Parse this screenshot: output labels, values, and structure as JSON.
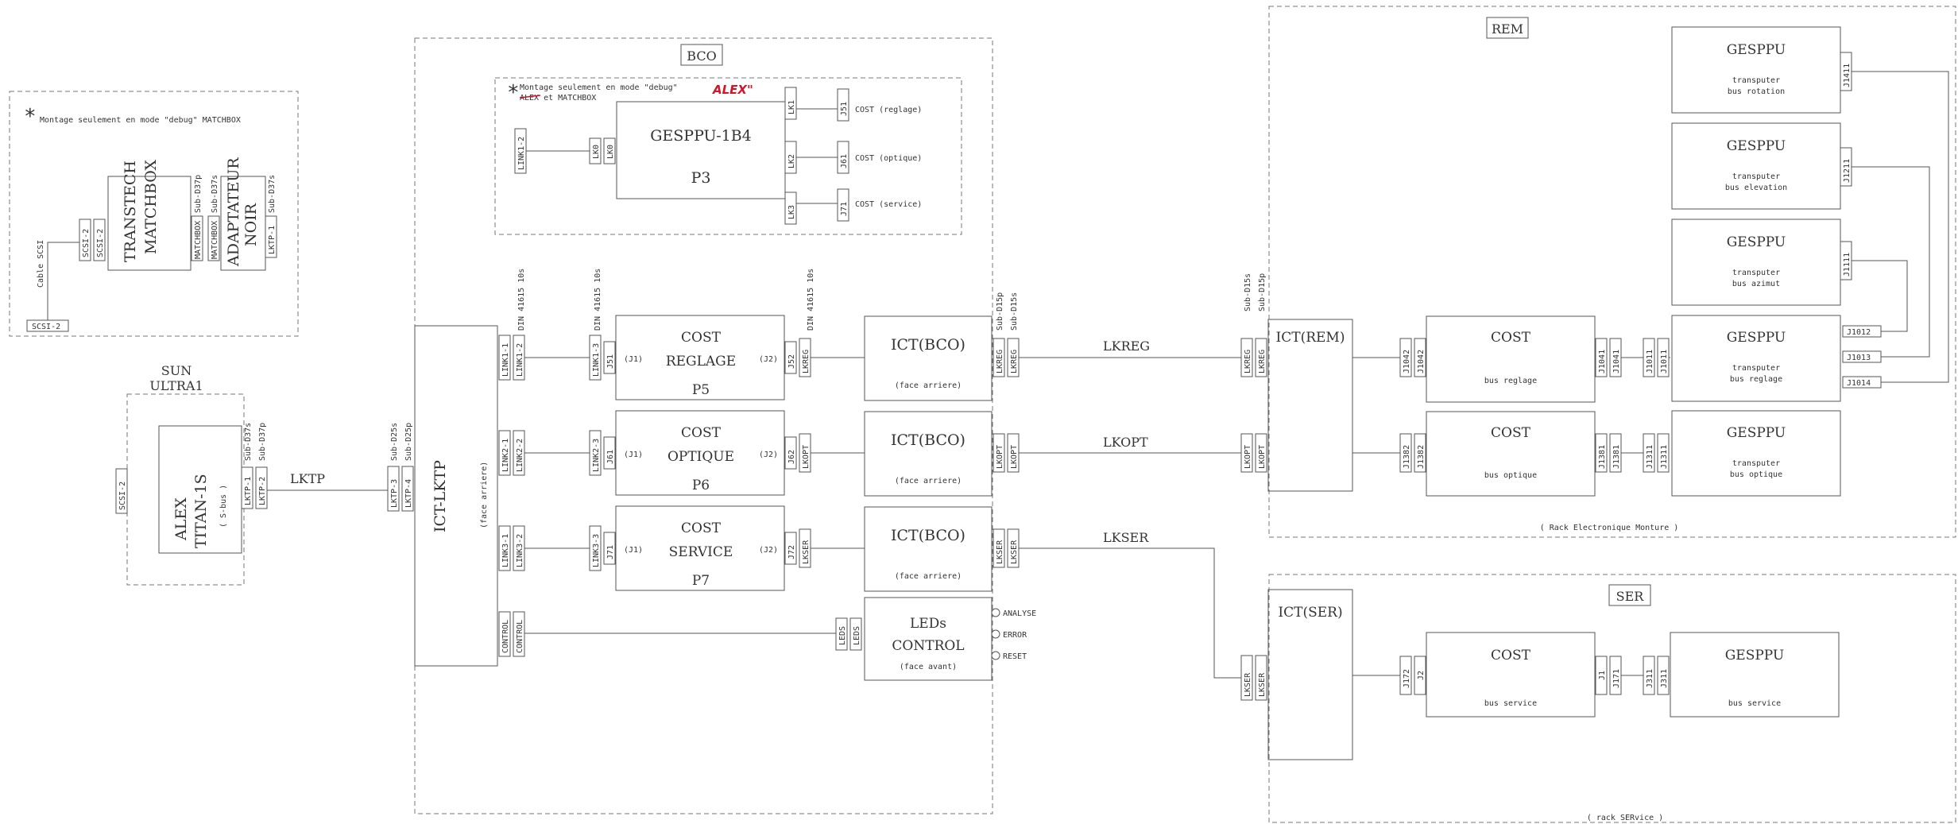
{
  "matchbox_group": {
    "note_star": "*",
    "note": "Montage seulement en mode \"debug\" MATCHBOX",
    "cable_label": "Cable SCSI",
    "scsi_bottom": "SCSI-2",
    "scsi_a": "SCSI-2",
    "scsi_b": "SCSI-2",
    "transtech": [
      "TRANSTECH",
      "MATCHBOX"
    ],
    "matchbox_a": "MATCHBOX",
    "matchbox_b": "MATCHBOX",
    "subd37p": "Sub-D37p",
    "subd37s": "Sub-D37s",
    "adaptateur": [
      "ADAPTATEUR",
      "NOIR"
    ],
    "adapt_lktp": "LKTP-1",
    "adapt_subd37s": "Sub-D37s"
  },
  "sun": {
    "title": [
      "SUN",
      "ULTRA1"
    ],
    "alex": [
      "ALEX",
      "TITAN-1S"
    ],
    "sbus": "( S-bus )",
    "scsi": "SCSI-2",
    "lktp1": "LKTP-1",
    "lktp2": "LKTP-2",
    "subd37s": "Sub-D37s",
    "subd37p": "Sub-D37p",
    "lktp_link": "LKTP"
  },
  "bco": {
    "title": "BCO",
    "debug_star": "*",
    "debug_note_1": "Montage seulement en mode \"debug\"",
    "debug_note_red": "ALEX\"",
    "debug_note_2": "ALEX et MATCHBOX",
    "gesppu": "GESPPU-1B4",
    "gesppu_p": "P3",
    "link12": "LINK1-2",
    "lk0a": "LK0",
    "lk0b": "LK0",
    "lk1": "LK1",
    "lk2": "LK2",
    "lk3": "LK3",
    "j51": "J51",
    "j61": "J61",
    "j71": "J71",
    "cost_reglage": "COST (reglage)",
    "cost_optique": "COST (optique)",
    "cost_service": "COST (service)",
    "lktp3": "LKTP-3",
    "lktp4": "LKTP-4",
    "subd25s": "Sub-D25s",
    "subd25p": "Sub-D25p",
    "ict_lktp": "ICT-LKTP",
    "face_arriere": "(face arriere)",
    "din_a": "DIN 41615 10s",
    "din_b": "DIN 41615 10s",
    "din_c": "DIN 41615 10s",
    "rows": [
      {
        "la": "LINK1-1",
        "lb": "LINK1-2",
        "lc": "LINK1-3",
        "jl": "J51",
        "name": [
          "COST",
          "REGLAGE"
        ],
        "p": "P5",
        "j1": "(J1)",
        "j2": "(J2)",
        "jr": "J52",
        "lk": "LKREG",
        "ict": "ICT(BCO)",
        "face": "(face arriere)",
        "ra": "LKREG",
        "rb": "LKREG"
      },
      {
        "la": "LINK2-1",
        "lb": "LINK2-2",
        "lc": "LINK2-3",
        "jl": "J61",
        "name": [
          "COST",
          "OPTIQUE"
        ],
        "p": "P6",
        "j1": "(J1)",
        "j2": "(J2)",
        "jr": "J62",
        "lk": "LKOPT",
        "ict": "ICT(BCO)",
        "face": "(face arriere)",
        "ra": "LKOPT",
        "rb": "LKOPT"
      },
      {
        "la": "LINK3-1",
        "lb": "LINK3-2",
        "lc": "LINK3-3",
        "jl": "J71",
        "name": [
          "COST",
          "SERVICE"
        ],
        "p": "P7",
        "j1": "(J1)",
        "j2": "(J2)",
        "jr": "J72",
        "lk": "LKSER",
        "ict": "ICT(BCO)",
        "face": "(face arriere)",
        "ra": "LKSER",
        "rb": "LKSER"
      }
    ],
    "control_a": "CONTROL",
    "control_b": "CONTROL",
    "leds_a": "LEDS",
    "leds_b": "LEDS",
    "leds_box": [
      "LEDs",
      "CONTROL"
    ],
    "leds_face": "(face avant)",
    "leds_items": [
      "ANALYSE",
      "ERROR",
      "RESET"
    ],
    "subd15p": "Sub-D15p",
    "subd15s": "Sub-D15s"
  },
  "links": [
    "LKREG",
    "LKOPT",
    "LKSER"
  ],
  "rem": {
    "title": "REM",
    "subd15s": "Sub-D15s",
    "subd15p": "Sub-D15p",
    "ict": "ICT(REM)",
    "in": [
      [
        "LKREG",
        "LKREG"
      ],
      [
        "LKOPT",
        "LKOPT"
      ]
    ],
    "costs": [
      {
        "name": "COST",
        "sub": "bus reglage",
        "l1": "J1042",
        "l2": "J1042",
        "r1": "J1041",
        "r2": "J1041",
        "g1": "J1011",
        "g2": "J1011"
      },
      {
        "name": "COST",
        "sub": "bus optique",
        "l1": "J1382",
        "l2": "J1382",
        "r1": "J1381",
        "r2": "J1381",
        "g1": "J1311",
        "g2": "J1311"
      }
    ],
    "gesppu": [
      {
        "name": "GESPPU",
        "sub": [
          "transputer",
          "bus rotation"
        ],
        "j": "J1411"
      },
      {
        "name": "GESPPU",
        "sub": [
          "transputer",
          "bus elevation"
        ],
        "j": "J1211"
      },
      {
        "name": "GESPPU",
        "sub": [
          "transputer",
          "bus azimut"
        ],
        "j": "J1111"
      },
      {
        "name": "GESPPU",
        "sub": [
          "transputer",
          "bus reglage"
        ],
        "j": ""
      },
      {
        "name": "GESPPU",
        "sub": [
          "transputer",
          "bus optique"
        ],
        "j": ""
      }
    ],
    "jr": [
      "J1012",
      "J1013",
      "J1014"
    ],
    "rack": "( Rack Electronique Monture )"
  },
  "ser": {
    "title": "SER",
    "ict": "ICT(SER)",
    "in_a": "LKSER",
    "in_b": "LKSER",
    "cost": "COST",
    "cost_sub": "bus service",
    "l1": "J172",
    "l2": "J2",
    "r1": "J1",
    "r2": "J171",
    "g1": "J311",
    "g2": "J311",
    "gesppu": "GESPPU",
    "gesppu_sub": "bus service",
    "rack": "( rack SERvice )"
  }
}
